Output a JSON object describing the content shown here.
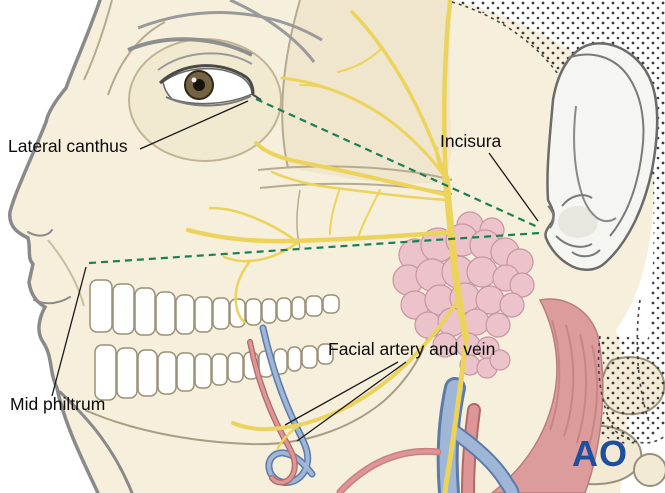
{
  "figure": {
    "type": "anatomical-diagram",
    "subject": "Lateral view of face with facial nerve, parotid gland and vessel landmarks",
    "labels": {
      "lateral_canthus": "Lateral canthus",
      "incisura": "Incisura",
      "facial_artery_and_vein": "Facial artery and vein",
      "mid_philtrum": "Mid philtrum"
    },
    "logo_text": "AO",
    "colors": {
      "nerve_yellow": "#ecd35b",
      "artery_red": "#dd9595",
      "vein_blue": "#9fb6d6",
      "parotid_pink": "#ecc3ca",
      "muscle_pink": "#dc9c9c",
      "skin_cream": "#f6efdc",
      "reference_green": "#1a7f52",
      "logo_blue": "#1d4f9e"
    }
  }
}
